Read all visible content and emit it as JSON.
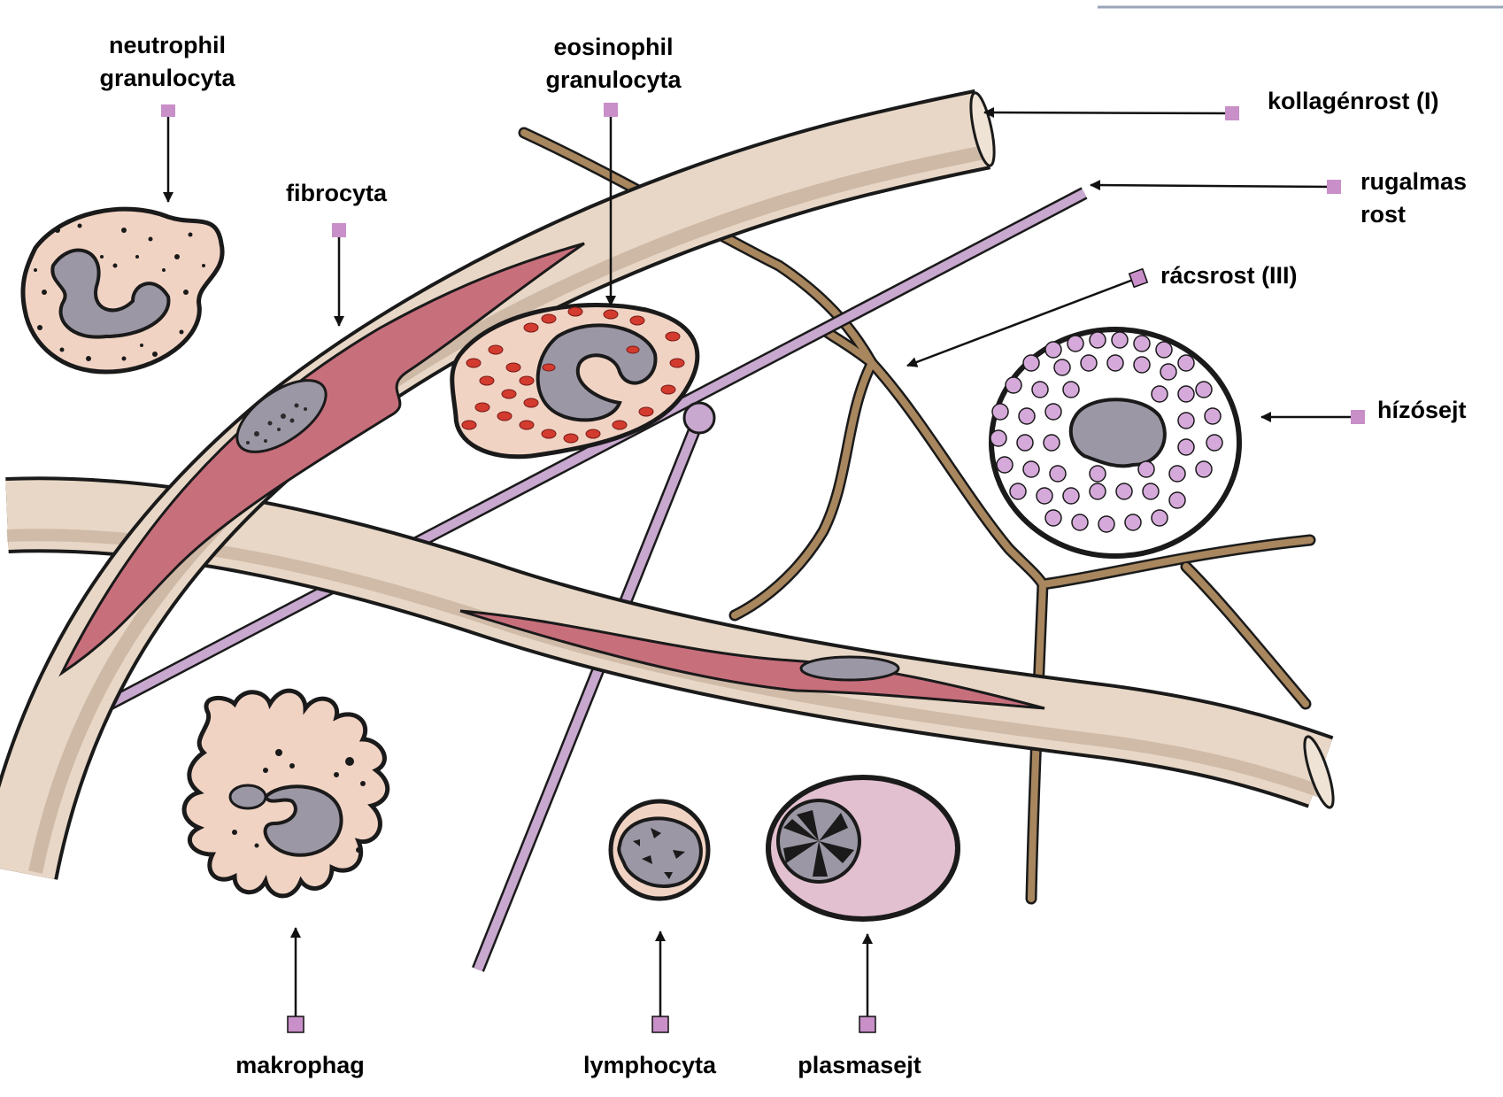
{
  "labels": {
    "neutrophil": [
      "neutrophil",
      "granulocyta"
    ],
    "eosinophil": [
      "eosinophil",
      "granulocyta"
    ],
    "fibrocyta": "fibrocyta",
    "kollagen": "kollagénrost (I)",
    "rugalmas": [
      "rugalmas",
      "rost"
    ],
    "racsrost": "rácsrost (III)",
    "hizosejt": "hízósejt",
    "makrophag": "makrophag",
    "lymphocyta": "lymphocyta",
    "plasmasejt": "plasmasejt"
  },
  "colors": {
    "background": "#ffffff",
    "collagen_fiber": "#e8d7c6",
    "collagen_shadow": "#c9b3a0",
    "elastic_fiber": "#c8a8cf",
    "reticular_fiber": "#a8865e",
    "fibrocyte": "#c86f7c",
    "cell_body": "#f1d3c4",
    "nucleus": "#9b97a5",
    "eosinophil_granule": "#d33b2f",
    "mast_granule": "#d6a9db",
    "plasma_cell": "#e3c0cf",
    "marker": "#c98fc8",
    "outline": "#1a1a1a"
  }
}
